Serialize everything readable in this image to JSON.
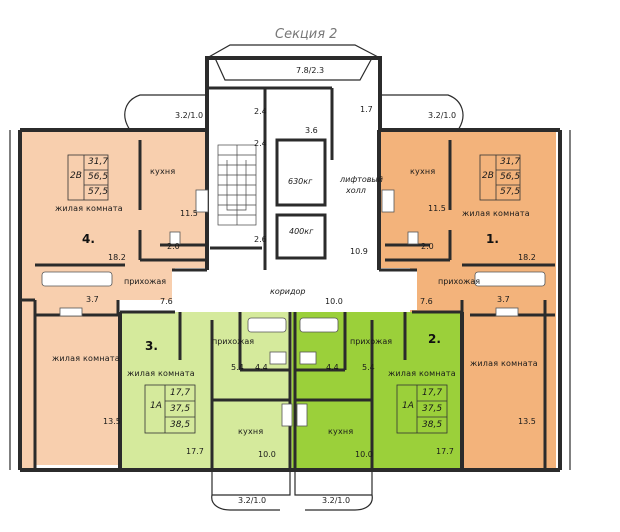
{
  "plan": {
    "section_title": "Секция 2",
    "colors": {
      "apt1": "#f3b37b",
      "apt2": "#9bd03a",
      "apt3": "#d5ea9c",
      "apt4": "#f8cfae",
      "corridor": "#ffffff",
      "wall": "#2b2b2b"
    },
    "core": {
      "top_dim": "7.8/2.3",
      "dim_2_4_a": "2.4",
      "dim_2_4_b": "2.4",
      "dim_3_6": "3.6",
      "dim_1_7": "1.7",
      "dim_2_6": "2.6",
      "dim_10_9": "10.9",
      "lift_630": "630кг",
      "lift_400": "400кг",
      "lift_hall_1": "лифтовый",
      "lift_hall_2": "холл",
      "corridor_label": "коридор",
      "corridor_area": "10.0"
    },
    "apartments": [
      {
        "id": "1",
        "number": "1.",
        "type": "2В",
        "areas": [
          "31,7",
          "56,5",
          "57,5"
        ],
        "balcony": "3.2/1.0",
        "kitchen_label": "кухня",
        "kitchen_area": "11.5",
        "bath_area": "2.0",
        "living_label": "жилая комната",
        "living_area_1": "18.2",
        "hall_label": "прихожая",
        "hall_area": "7.6",
        "wc_area": "3.7",
        "living2_label": "жилая комната",
        "living_area_2": "13.5"
      },
      {
        "id": "2",
        "number": "2.",
        "type": "1А",
        "areas": [
          "17,7",
          "37,5",
          "38,5"
        ],
        "balcony": "3.2/1.0",
        "hall_label": "прихожая",
        "hall_area": "5.4",
        "bath_area": "4.4",
        "living_label": "жилая комната",
        "living_area": "17.7",
        "kitchen_label": "кухня",
        "kitchen_area": "10.0"
      },
      {
        "id": "3",
        "number": "3.",
        "type": "1А",
        "areas": [
          "17,7",
          "37,5",
          "38,5"
        ],
        "balcony": "3.2/1.0",
        "hall_label": "прихожая",
        "hall_area": "5.4",
        "bath_area": "4.4",
        "living_label": "жилая комната",
        "living_area": "17.7",
        "kitchen_label": "кухня",
        "kitchen_area": "10.0"
      },
      {
        "id": "4",
        "number": "4.",
        "type": "2В",
        "areas": [
          "31,7",
          "56,5",
          "57,5"
        ],
        "balcony": "3.2/1.0",
        "kitchen_label": "кухня",
        "kitchen_area": "11.5",
        "bath_area": "2.0",
        "living_label": "жилая комната",
        "living_area_1": "18.2",
        "hall_label": "прихожая",
        "hall_area": "7.6",
        "wc_area": "3.7",
        "living2_label": "жилая комната",
        "living_area_2": "13.5"
      }
    ]
  }
}
